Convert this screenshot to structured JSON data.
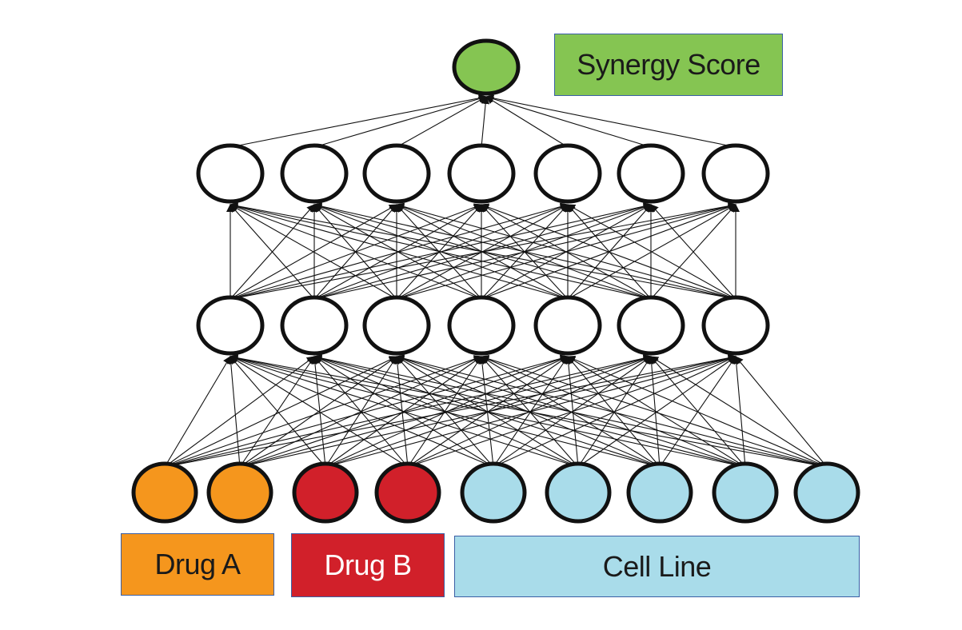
{
  "diagram": {
    "type": "feedforward-neural-network",
    "layers": [
      {
        "role": "input",
        "groups": [
          {
            "id": "drug_a",
            "label": "Drug A",
            "node_count": 2,
            "color": "#f5961d",
            "text_color": "#1a1a1a"
          },
          {
            "id": "drug_b",
            "label": "Drug B",
            "node_count": 2,
            "color": "#d1202a",
            "text_color": "#ffffff"
          },
          {
            "id": "cell_line",
            "label": "Cell Line",
            "node_count": 5,
            "color": "#a9dcea",
            "text_color": "#1a1a1a"
          }
        ]
      },
      {
        "role": "hidden",
        "node_count": 7,
        "color": "#ffffff"
      },
      {
        "role": "hidden",
        "node_count": 7,
        "color": "#ffffff"
      },
      {
        "role": "output",
        "node_count": 1,
        "color": "#85c552",
        "label": "Synergy Score",
        "text_color": "#1a1a1a"
      }
    ],
    "connectivity": "fully-connected",
    "edge_direction": "upward",
    "colors": {
      "node_stroke": "#111111",
      "edge": "#111111",
      "label_border": "#3a5fa5"
    }
  }
}
